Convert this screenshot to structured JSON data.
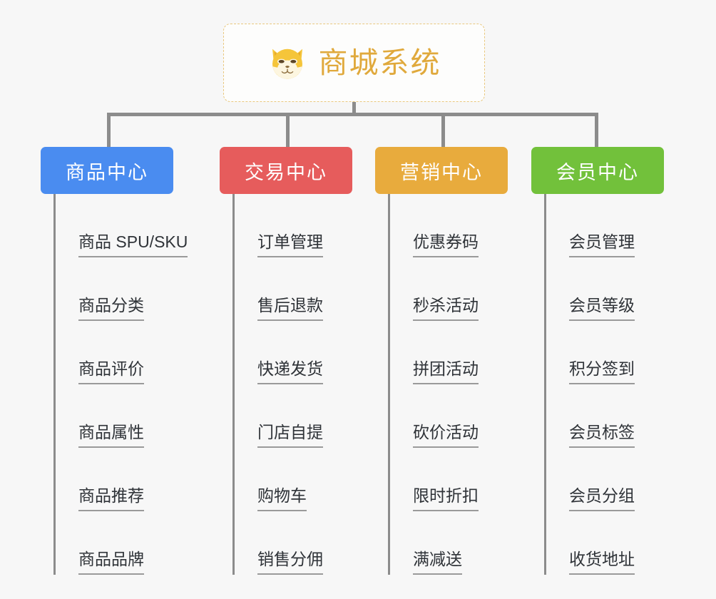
{
  "diagram": {
    "title": "商城系统",
    "root_icon": "shiba-dog-icon",
    "background_color": "#f7f7f7",
    "root_border_color": "#e9c87e",
    "root_title_color": "#e0a93c",
    "connector_color": "#8c8c8c",
    "leaf_text_color": "#2f3338",
    "leaf_underline_color": "#9a9a9a"
  },
  "categories": [
    {
      "label": "商品中心",
      "color": "#4a8cf0",
      "items": [
        {
          "label": "商品 SPU/SKU"
        },
        {
          "label": "商品分类"
        },
        {
          "label": "商品评价"
        },
        {
          "label": "商品属性"
        },
        {
          "label": "商品推荐"
        },
        {
          "label": "商品品牌"
        }
      ]
    },
    {
      "label": "交易中心",
      "color": "#e65c5c",
      "items": [
        {
          "label": "订单管理"
        },
        {
          "label": "售后退款"
        },
        {
          "label": "快递发货"
        },
        {
          "label": "门店自提"
        },
        {
          "label": "购物车"
        },
        {
          "label": "销售分佣"
        }
      ]
    },
    {
      "label": "营销中心",
      "color": "#e8ab3d",
      "items": [
        {
          "label": "优惠券码"
        },
        {
          "label": "秒杀活动"
        },
        {
          "label": "拼团活动"
        },
        {
          "label": "砍价活动"
        },
        {
          "label": "限时折扣"
        },
        {
          "label": "满减送"
        }
      ]
    },
    {
      "label": "会员中心",
      "color": "#72c13b",
      "items": [
        {
          "label": "会员管理"
        },
        {
          "label": "会员等级"
        },
        {
          "label": "积分签到"
        },
        {
          "label": "会员标签"
        },
        {
          "label": "会员分组"
        },
        {
          "label": "收货地址"
        }
      ]
    }
  ]
}
